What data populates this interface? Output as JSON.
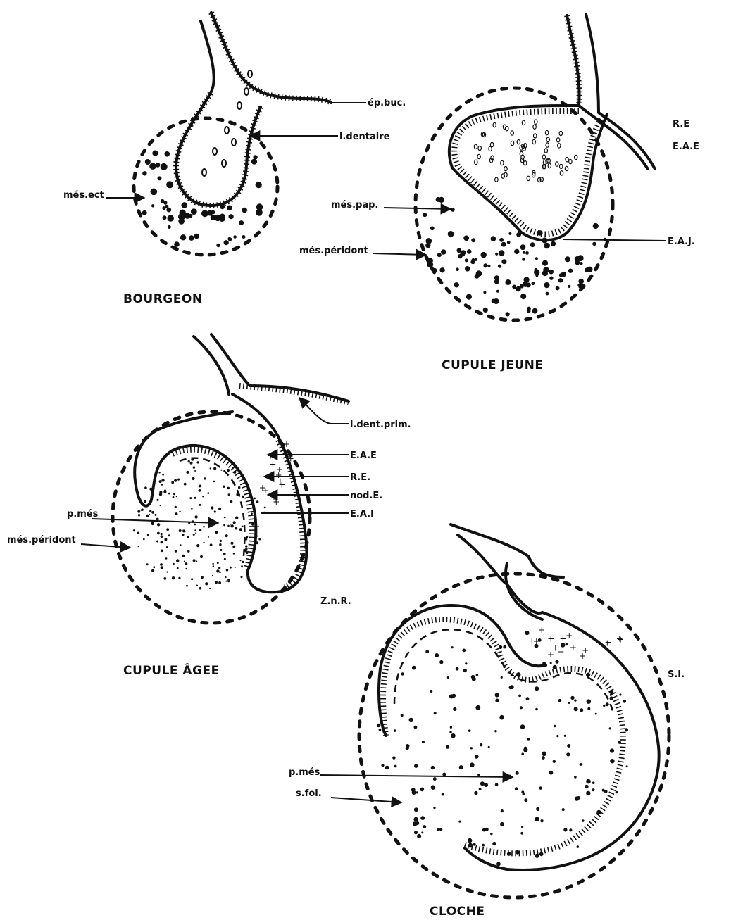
{
  "stages": {
    "bourgeon": {
      "title": "BOURGEON"
    },
    "cupule_jeune": {
      "title": "CUPULE JEUNE"
    },
    "cupule_agee": {
      "title": "CUPULE ÂGEE"
    },
    "cloche": {
      "title": "CLOCHE"
    }
  },
  "labels": {
    "ep_buc": "ép.buc.",
    "l_dentaire": "l.dentaire",
    "mes_ect": "més.ect",
    "re": "R.E",
    "eae": "E.A.E",
    "mes_pap": "més.pap.",
    "mes_peridont": "més.péridont",
    "eaj": "E.A.J.",
    "l_dent_prim": "l.dent.prim.",
    "eae_2": "E.A.E",
    "re_2": "R.E.",
    "nod_e": "nod.E.",
    "eai": "E.A.I",
    "p_mes": "p.més",
    "mes_peridont_2": "més.péridont",
    "znr": "Z.n.R.",
    "si": "S.I.",
    "p_mes_2": "p.més",
    "s_fol": "s.fol."
  },
  "colors": {
    "ink": "#111111",
    "paper": "#ffffff"
  }
}
